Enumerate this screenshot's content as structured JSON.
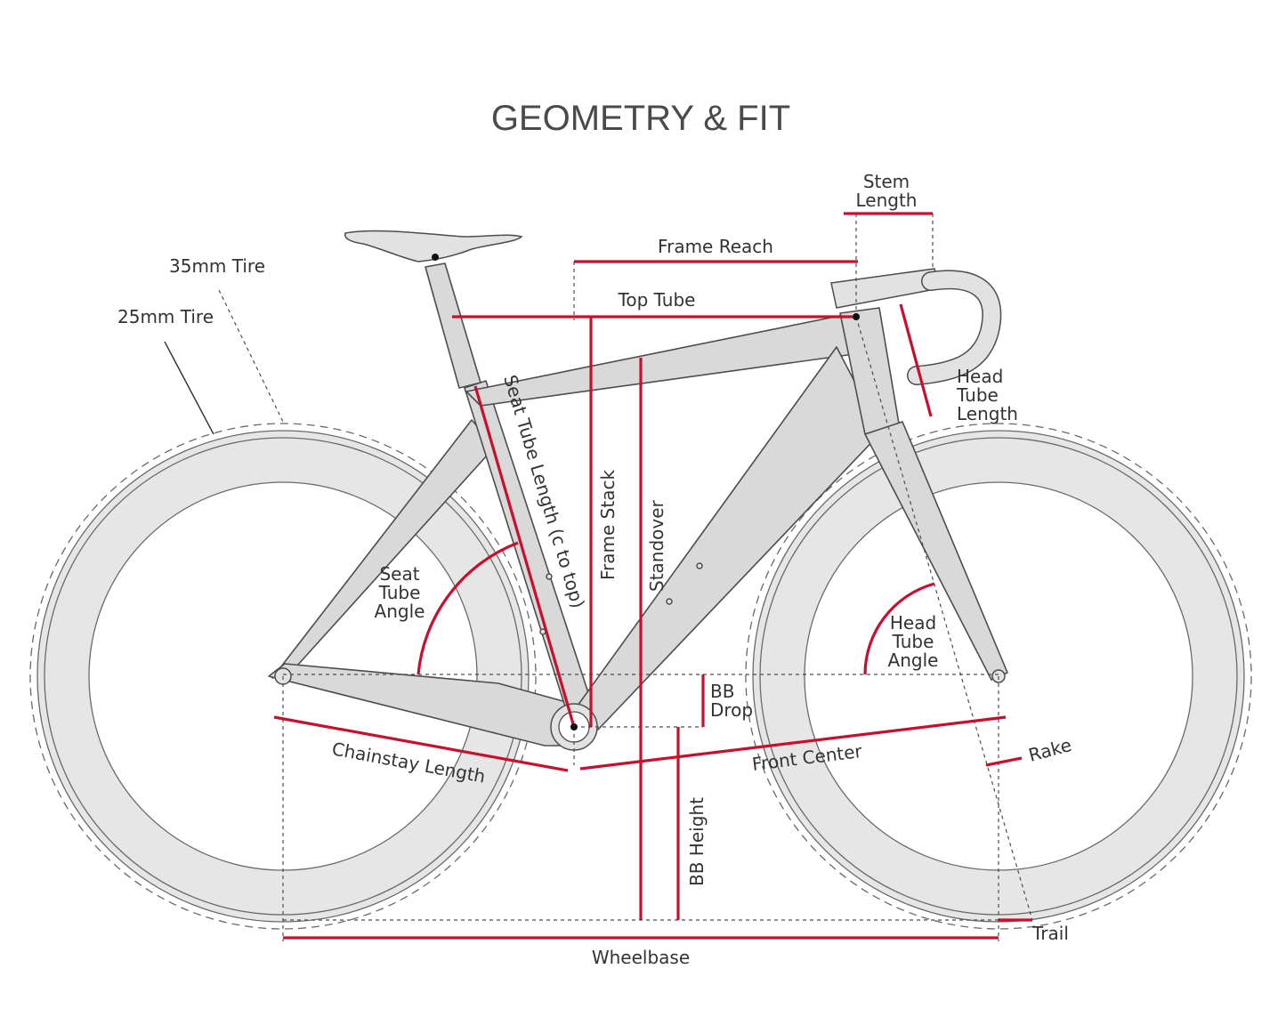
{
  "title": "GEOMETRY & FIT",
  "labels": {
    "stem_length_1": "Stem",
    "stem_length_2": "Length",
    "frame_reach": "Frame Reach",
    "top_tube": "Top Tube",
    "tire_35": "35mm Tire",
    "tire_25": "25mm Tire",
    "head_tube_length_1": "Head",
    "head_tube_length_2": "Tube",
    "head_tube_length_3": "Length",
    "seat_tube_length": "Seat Tube Length (c to top)",
    "frame_stack": "Frame Stack",
    "standover": "Standover",
    "seat_tube_angle_1": "Seat",
    "seat_tube_angle_2": "Tube",
    "seat_tube_angle_3": "Angle",
    "head_tube_angle_1": "Head",
    "head_tube_angle_2": "Tube",
    "head_tube_angle_3": "Angle",
    "bb_drop_1": "BB",
    "bb_drop_2": "Drop",
    "chainstay_length": "Chainstay Length",
    "front_center": "Front Center",
    "rake": "Rake",
    "bb_height": "BB Height",
    "trail": "Trail",
    "wheelbase": "Wheelbase"
  },
  "colors": {
    "measurement": "#c8102e",
    "frame_fill": "#d9d9d9",
    "wheel_fill": "#e6e6e6",
    "outline": "#4d4d4d",
    "title_text": "#4a4a4a"
  }
}
